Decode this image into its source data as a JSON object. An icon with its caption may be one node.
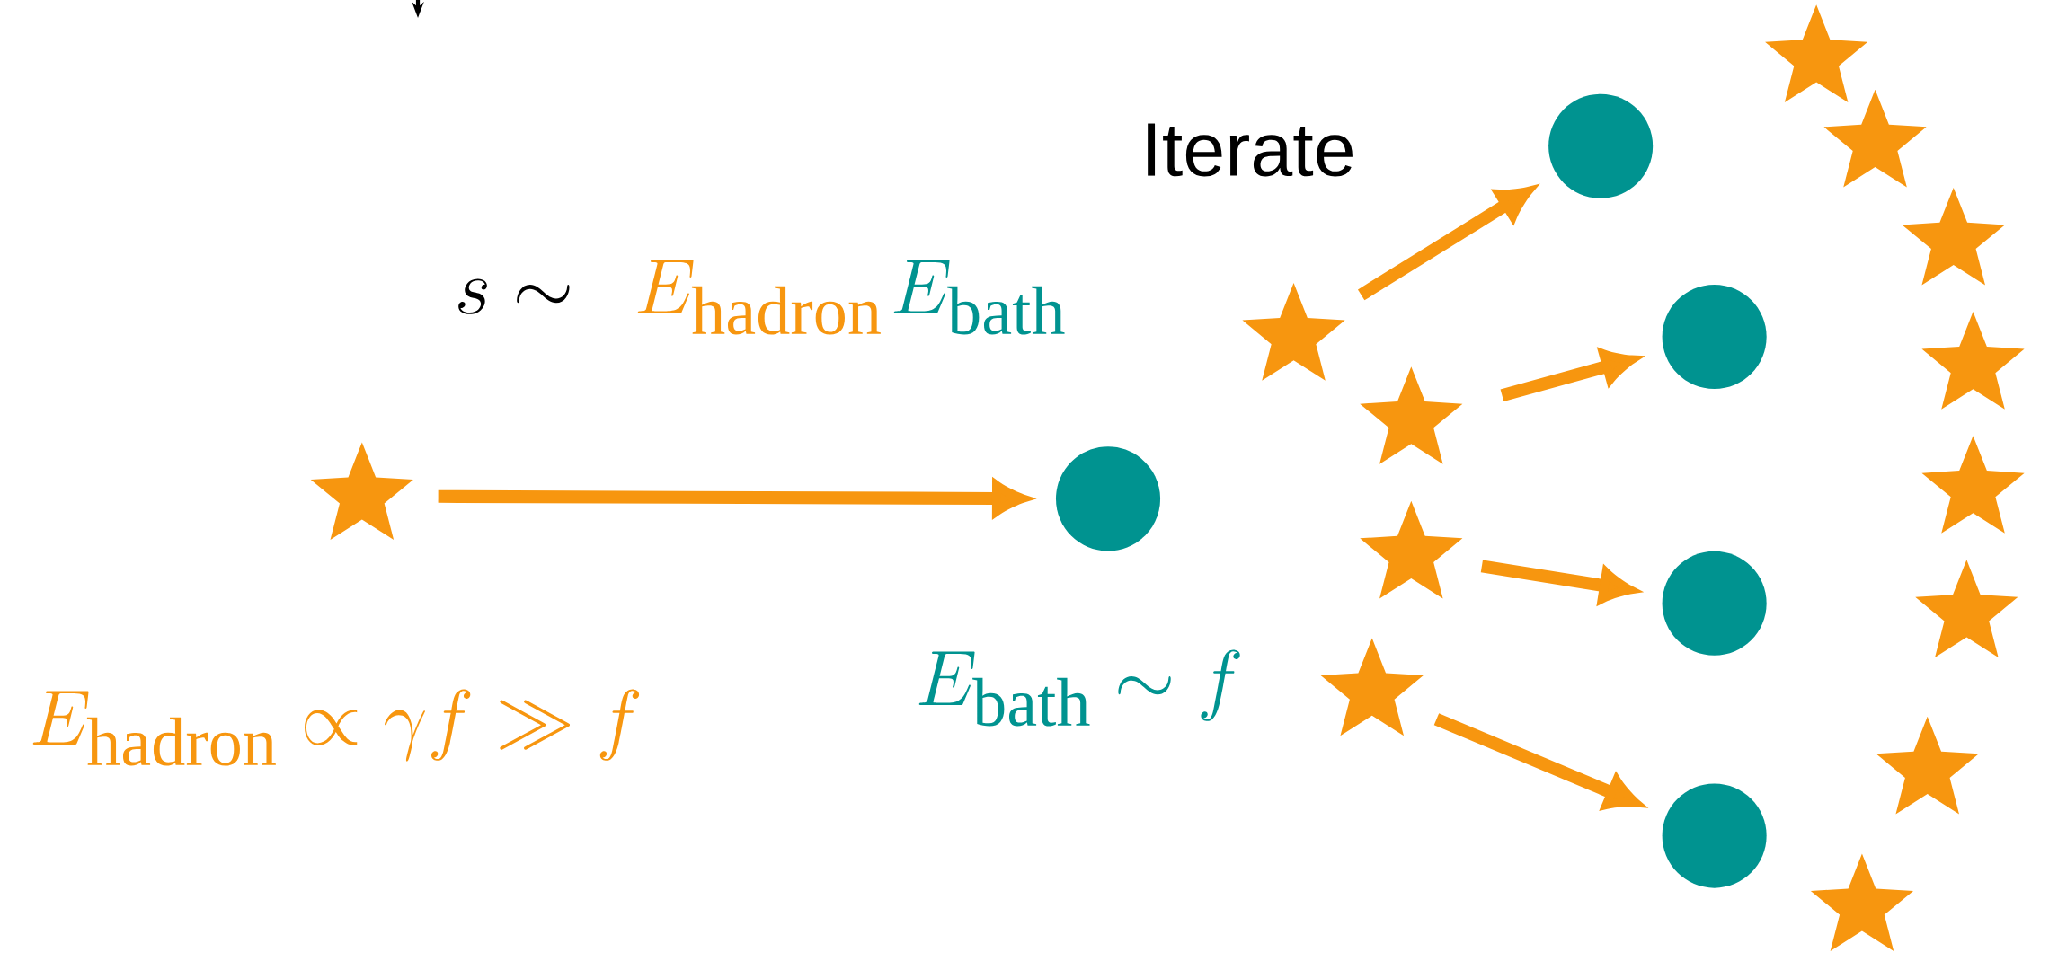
{
  "diagram": {
    "nodes": [
      {
        "text": [],
        "shape": "star"
      },
      {
        "text": [],
        "shape": "circle"
      },
      {
        "text": [],
        "shape": "star"
      },
      {
        "text": [],
        "shape": "star"
      },
      {
        "text": [],
        "shape": "star"
      },
      {
        "text": [],
        "shape": "star"
      },
      {
        "text": [],
        "shape": "circle"
      },
      {
        "text": [],
        "shape": "circle"
      },
      {
        "text": [],
        "shape": "circle"
      },
      {
        "text": [],
        "shape": "circle"
      },
      {
        "text": [],
        "shape": "star"
      },
      {
        "text": [],
        "shape": "star"
      },
      {
        "text": [],
        "shape": "star"
      },
      {
        "text": [],
        "shape": "star"
      },
      {
        "text": [],
        "shape": "star"
      },
      {
        "text": [],
        "shape": "star"
      },
      {
        "text": [],
        "shape": "star"
      },
      {
        "text": [],
        "shape": "star"
      }
    ],
    "edges": [
      {
        "from": 0,
        "to": 1,
        "arrow": "to"
      },
      {
        "from": 2,
        "to": 6,
        "arrow": "to"
      },
      {
        "from": 3,
        "to": 7,
        "arrow": "to"
      },
      {
        "from": 4,
        "to": 8,
        "arrow": "to"
      },
      {
        "from": 5,
        "to": 9,
        "arrow": "to"
      }
    ],
    "labels": [
      "Iterate",
      "s \\sim",
      "E_{\\mathrm{hadron}}",
      "E_{\\mathrm{bath}}",
      "E_{\\mathrm{bath}} \\sim f",
      "E_{\\mathrm{hadron}} \\propto \\gamma f \\gg f"
    ]
  }
}
